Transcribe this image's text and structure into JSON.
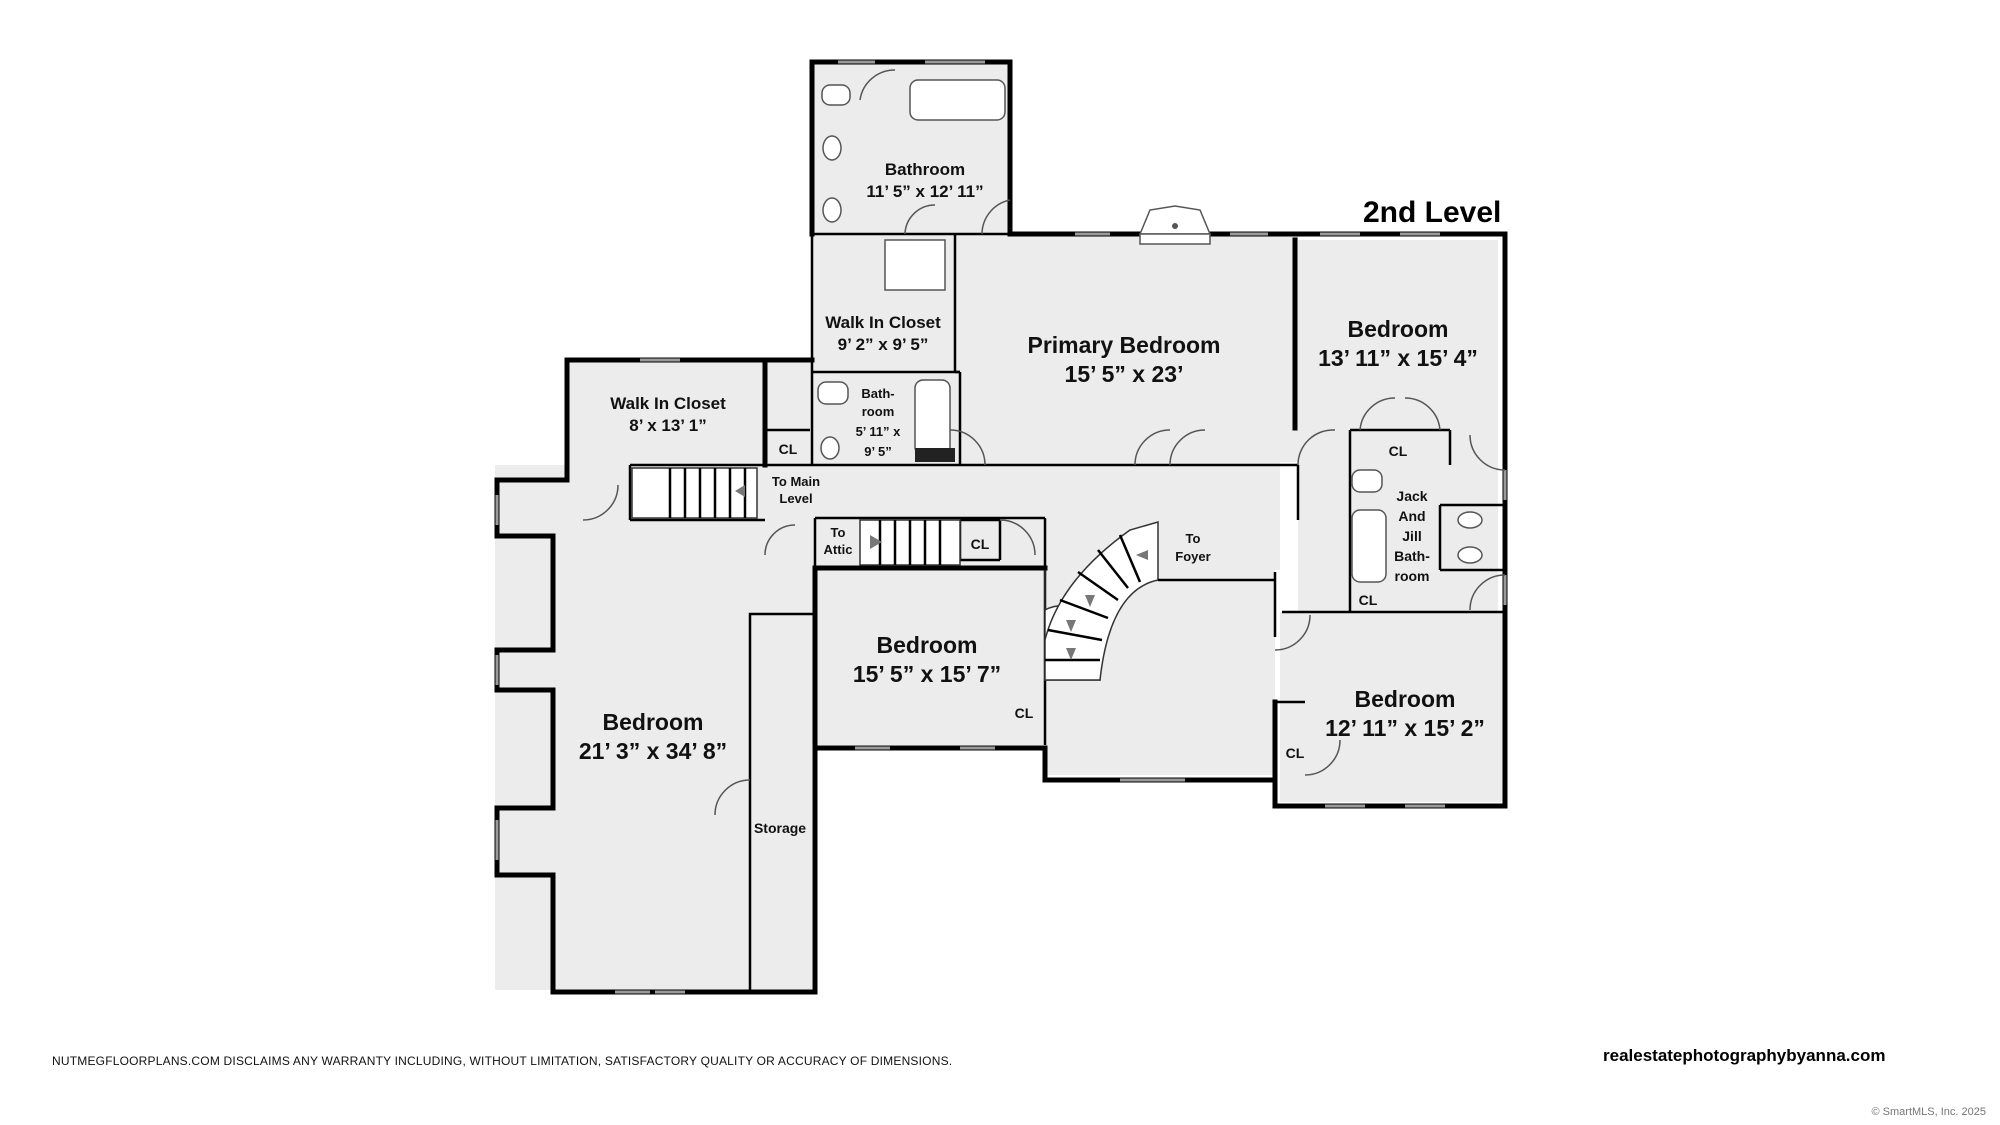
{
  "plan": {
    "level_title": "2nd Level",
    "rooms": {
      "master_bath": {
        "name": "Bathroom",
        "dims": "11’ 5” x 12’ 11”"
      },
      "wic_primary": {
        "name": "Walk In Closet",
        "dims": "9’ 2” x 9’ 5”"
      },
      "primary_bedroom": {
        "name": "Primary Bedroom",
        "dims": "15’ 5” x 23’"
      },
      "bedroom_ne": {
        "name": "Bedroom",
        "dims": "13’ 11” x 15’ 4”"
      },
      "wic_west": {
        "name": "Walk In Closet",
        "dims": "8’ x 13’ 1”"
      },
      "small_bath": {
        "line1": "Bath-",
        "line2": "room",
        "line3": "5’ 11” x",
        "line4": "9’ 5”"
      },
      "jack_jill": {
        "line1": "Jack",
        "line2": "And",
        "line3": "Jill",
        "line4": "Bath-",
        "line5": "room"
      },
      "bedroom_mid": {
        "name": "Bedroom",
        "dims": "15’ 5” x 15’ 7”"
      },
      "bedroom_west": {
        "name": "Bedroom",
        "dims": "21’ 3” x 34’ 8”"
      },
      "bedroom_se": {
        "name": "Bedroom",
        "dims": "12’ 11” x 15’ 2”"
      },
      "storage": {
        "name": "Storage"
      }
    },
    "closet_label": "CL",
    "stairs": {
      "to_main_line1": "To Main",
      "to_main_line2": "Level",
      "to_attic_line1": "To",
      "to_attic_line2": "Attic",
      "to_foyer_line1": "To",
      "to_foyer_line2": "Foyer"
    }
  },
  "footer": {
    "disclaimer": "NUTMEGFLOORPLANS.COM DISCLAIMS ANY WARRANTY INCLUDING, WITHOUT LIMITATION, SATISFACTORY QUALITY OR ACCURACY OF DIMENSIONS.",
    "website": "realestatephotographybyanna.com",
    "copyright": "© SmartMLS, Inc. 2025"
  }
}
